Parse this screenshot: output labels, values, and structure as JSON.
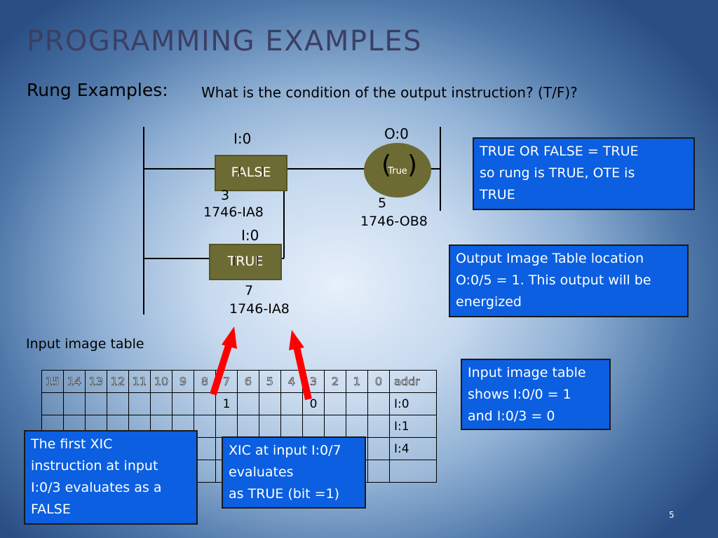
{
  "slide": {
    "title": "PROGRAMMING EXAMPLES",
    "subtitle": "Rung Examples:",
    "question": "What  is the condition of the output instruction? (T/F)?",
    "page_number": "5"
  },
  "ladder": {
    "xic1": {
      "address": "I:0",
      "state": "FALSE",
      "bit": "3",
      "module": "1746-IA8"
    },
    "xic2": {
      "address": "I:0",
      "state": "TRUE",
      "bit": "7",
      "module": "1746-IA8"
    },
    "ote": {
      "address": "O:0",
      "state": "True",
      "bit": "5",
      "module": "1746-OB8",
      "paren_left": "(",
      "paren_right": ")"
    }
  },
  "notes": {
    "rung_result": [
      "TRUE OR FALSE  = TRUE",
      "so rung is TRUE, OTE is",
      "TRUE"
    ],
    "output_table": [
      "Output Image Table location",
      "O:0/5 = 1.  This output will be",
      "energized"
    ],
    "input_table": [
      "Input image table",
      "shows  I:0/0 = 1",
      "and I:0/3 = 0"
    ],
    "xic_first": [
      "The first XIC",
      "instruction at input",
      "I:0/3 evaluates as a",
      "FALSE"
    ],
    "xic_second": [
      "XIC at input I:0/7",
      "evaluates",
      "as TRUE (bit =1)"
    ]
  },
  "input_table": {
    "label": "Input image table",
    "headers": [
      "15",
      "14",
      "13",
      "12",
      "11",
      "10",
      "9",
      "8",
      "7",
      "6",
      "5",
      "4",
      "3",
      "2",
      "1",
      "0",
      "addr"
    ],
    "rows": [
      [
        "",
        "",
        "",
        "",
        "",
        "",
        "",
        "",
        "1",
        "",
        "",
        "",
        "0",
        "",
        "",
        "",
        "I:0"
      ],
      [
        "",
        "",
        "",
        "",
        "",
        "",
        "",
        "",
        "",
        "",
        "",
        "",
        "",
        "",
        "",
        "",
        "I:1"
      ],
      [
        "",
        "",
        "",
        "",
        "",
        "",
        "",
        "",
        "",
        "",
        "",
        "",
        "",
        "",
        "",
        "",
        "I:4"
      ],
      [
        "",
        "",
        "",
        "",
        "",
        "",
        "",
        "",
        "",
        "",
        "",
        "",
        "",
        "",
        "",
        "",
        ""
      ]
    ]
  },
  "colors": {
    "title": "#3b3f64",
    "note_fill": "#0b5fe0",
    "instruction_fill": "#6c6b33",
    "arrow": "#ff0000"
  }
}
